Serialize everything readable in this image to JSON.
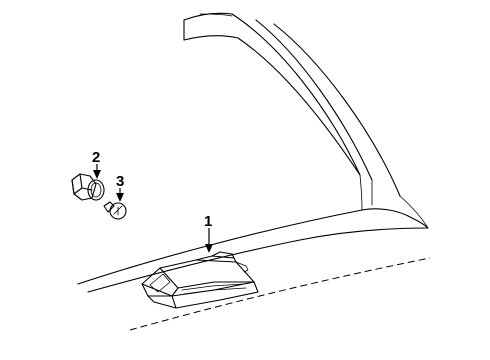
{
  "callouts": [
    {
      "id": "1",
      "label": "1",
      "part": "high-mount-stop-lamp"
    },
    {
      "id": "2",
      "label": "2",
      "part": "bulb-socket"
    },
    {
      "id": "3",
      "label": "3",
      "part": "bulb"
    }
  ],
  "colors": {
    "background": "#ffffff",
    "ink": "#000000"
  }
}
